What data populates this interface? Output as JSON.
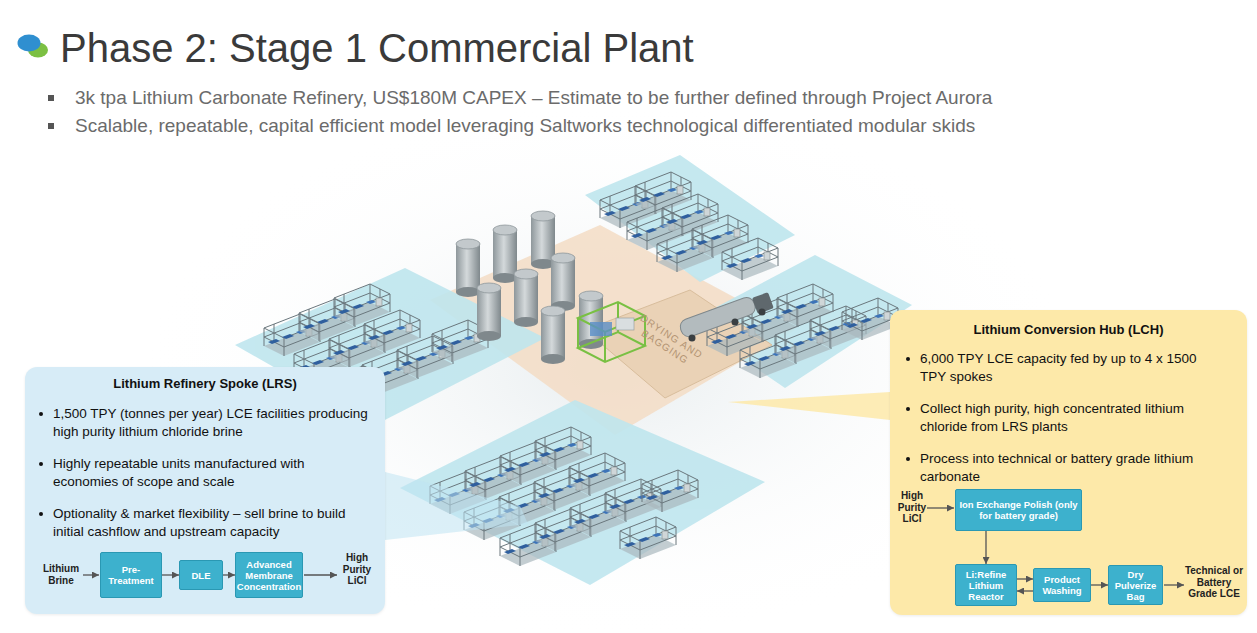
{
  "diagram": {
    "title": "Phase 2: Stage 1 Commercial Plant",
    "nodes": [
      {
        "text": [
          "Lithium Refinery Spoke (LRS)",
          "1,500 TPY (tonnes per year) LCE facilities producing high purity lithium chloride brine",
          "Highly repeatable units manufactured with economies of scope and scale",
          "Optionality & market flexibility – sell brine to build initial cashflow and upstream capacity"
        ]
      },
      {
        "text": [
          "Pre-Treatment"
        ],
        "in": 0
      },
      {
        "text": [
          "DLE"
        ],
        "in": 0
      },
      {
        "text": [
          "Advanced Membrane Concentration"
        ],
        "in": 0
      },
      {
        "text": [
          "Lithium Conversion Hub (LCH)",
          "6,000 TPY LCE capacity fed by up to 4 x 1500 TPY spokes",
          "Collect high purity, high concentrated lithium chloride from LRS plants",
          "Process into technical or battery grade lithium carbonate"
        ]
      },
      {
        "text": [
          "Ion Exchange Polish (only for battery grade)"
        ],
        "in": 4
      },
      {
        "text": [
          "Li:Refine Lithium Reactor"
        ],
        "in": 4
      },
      {
        "text": [
          "Product Washing"
        ],
        "in": 4
      },
      {
        "text": [
          "Dry Pulverize Bag"
        ],
        "in": 4
      }
    ],
    "edges": [
      {
        "from": 1,
        "to": 2,
        "arrow": "to"
      },
      {
        "from": 2,
        "to": 3,
        "arrow": "to"
      },
      {
        "from": 5,
        "to": 6,
        "arrow": "to"
      },
      {
        "from": 6,
        "to": 7,
        "arrow": "to"
      },
      {
        "from": 7,
        "to": 6,
        "arrow": "to"
      },
      {
        "from": 7,
        "to": 8,
        "arrow": "to"
      }
    ],
    "labels": [
      "3k tpa Lithium Carbonate Refinery, US$180M CAPEX – Estimate to be further defined through Project Aurora",
      "Scalable, repeatable, capital efficient model leveraging Saltworks technological differentiated modular skids",
      "DRYING AND BAGGING",
      "Lithium Brine",
      "High Purity LiCl",
      "High Purity LiCl",
      "Technical or Battery Grade LCE"
    ]
  }
}
